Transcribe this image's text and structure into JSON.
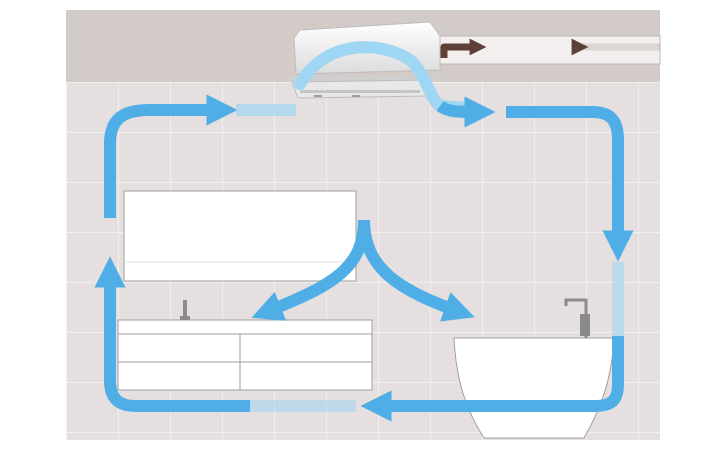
{
  "scene": {
    "wall_color": "#e5e0df",
    "ceiling_color": "#d3cbc8",
    "tile_line_color": "#f7f5f4",
    "airflow_color": "#4faee6",
    "airflow_light_color": "#9fd6f3",
    "exhaust_duct_color": "#5d4037",
    "fixture_color": "#ffffff",
    "fixture_outline_color": "#9e9e9e"
  },
  "elements": {
    "ceiling_unit": "ventilation-heater-unit",
    "exhaust_duct": "exhaust-duct",
    "mirror": "wall-mirror",
    "vanity": "vanity-cabinet",
    "bathtub": "freestanding-bathtub",
    "faucets": [
      "vanity-faucet",
      "bath-faucet"
    ]
  },
  "airflow": {
    "directions": [
      "down-left",
      "down-right",
      "right",
      "down",
      "left",
      "up"
    ],
    "exhaust_arrows": 2
  }
}
